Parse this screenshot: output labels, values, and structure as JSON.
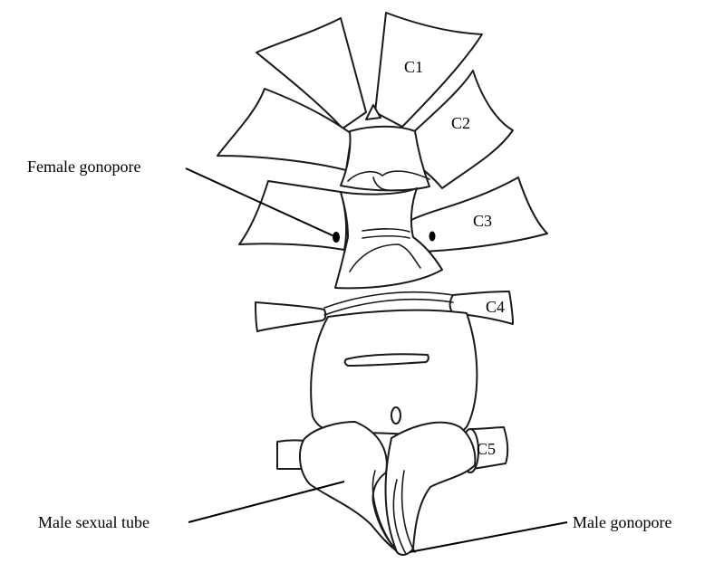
{
  "labels": {
    "c1": "C1",
    "c2": "C2",
    "c3": "C3",
    "c4": "C4",
    "c5": "C5",
    "female_gonopore": "Female gonopore",
    "male_sexual_tube": "Male sexual tube",
    "male_gonopore": "Male gonopore"
  },
  "colors": {
    "line": "#1a1a1a",
    "background": "#ffffff"
  }
}
